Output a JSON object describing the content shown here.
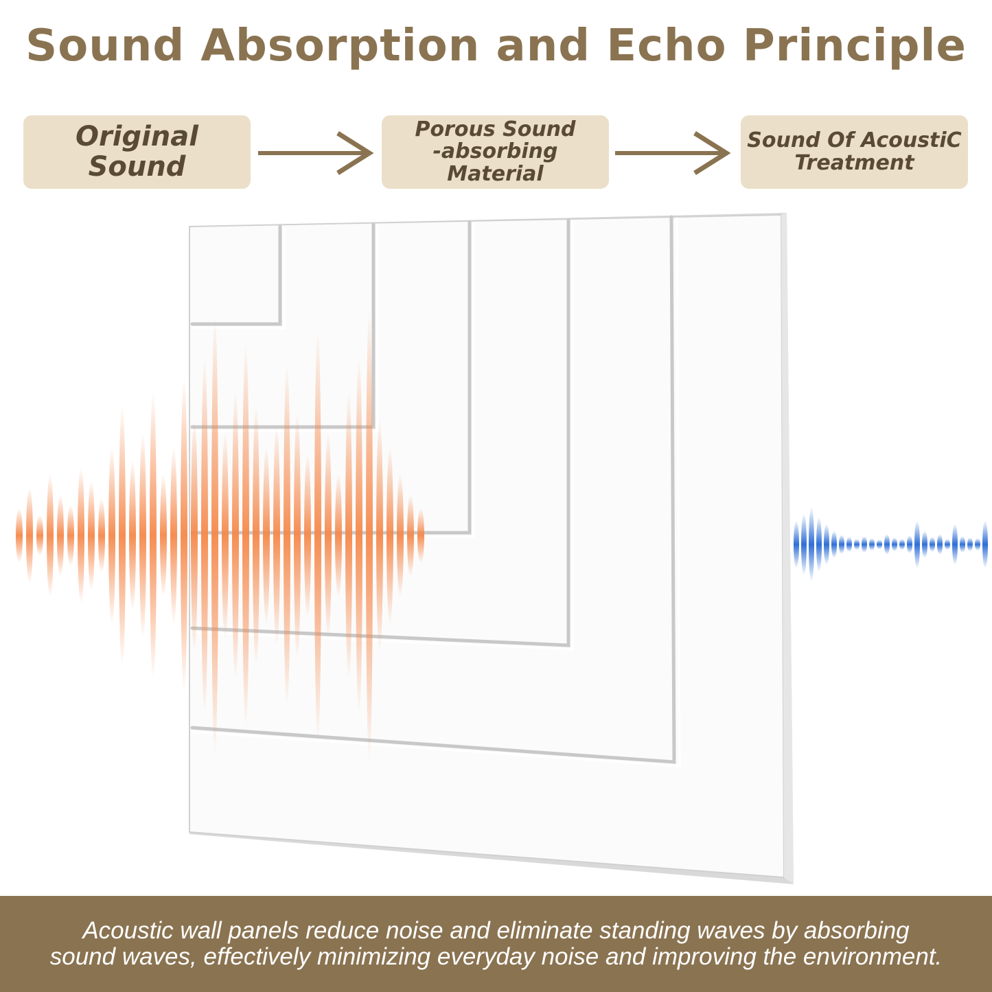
{
  "title": "Sound Absorption and Echo Principle",
  "steps": [
    {
      "label": "Original Sound"
    },
    {
      "label": "Porous Sound\n-absorbing Material"
    },
    {
      "label": "Sound Of AcoustiC\nTreatment"
    }
  ],
  "footer": {
    "text": "Acoustic wall panels reduce noise and eliminate standing waves by absorbing\nsound waves, effectively minimizing everyday noise and improving the environment."
  },
  "colors": {
    "brand": "#8a7351",
    "step_bg": "#ebdfc9",
    "step_text": "#5a4a34",
    "original_wave": "#f5884a",
    "treated_wave": "#2f6fd6",
    "panel": "#fbfbfb"
  },
  "icons": [
    "arrow-right-icon",
    "arrow-right-icon"
  ]
}
